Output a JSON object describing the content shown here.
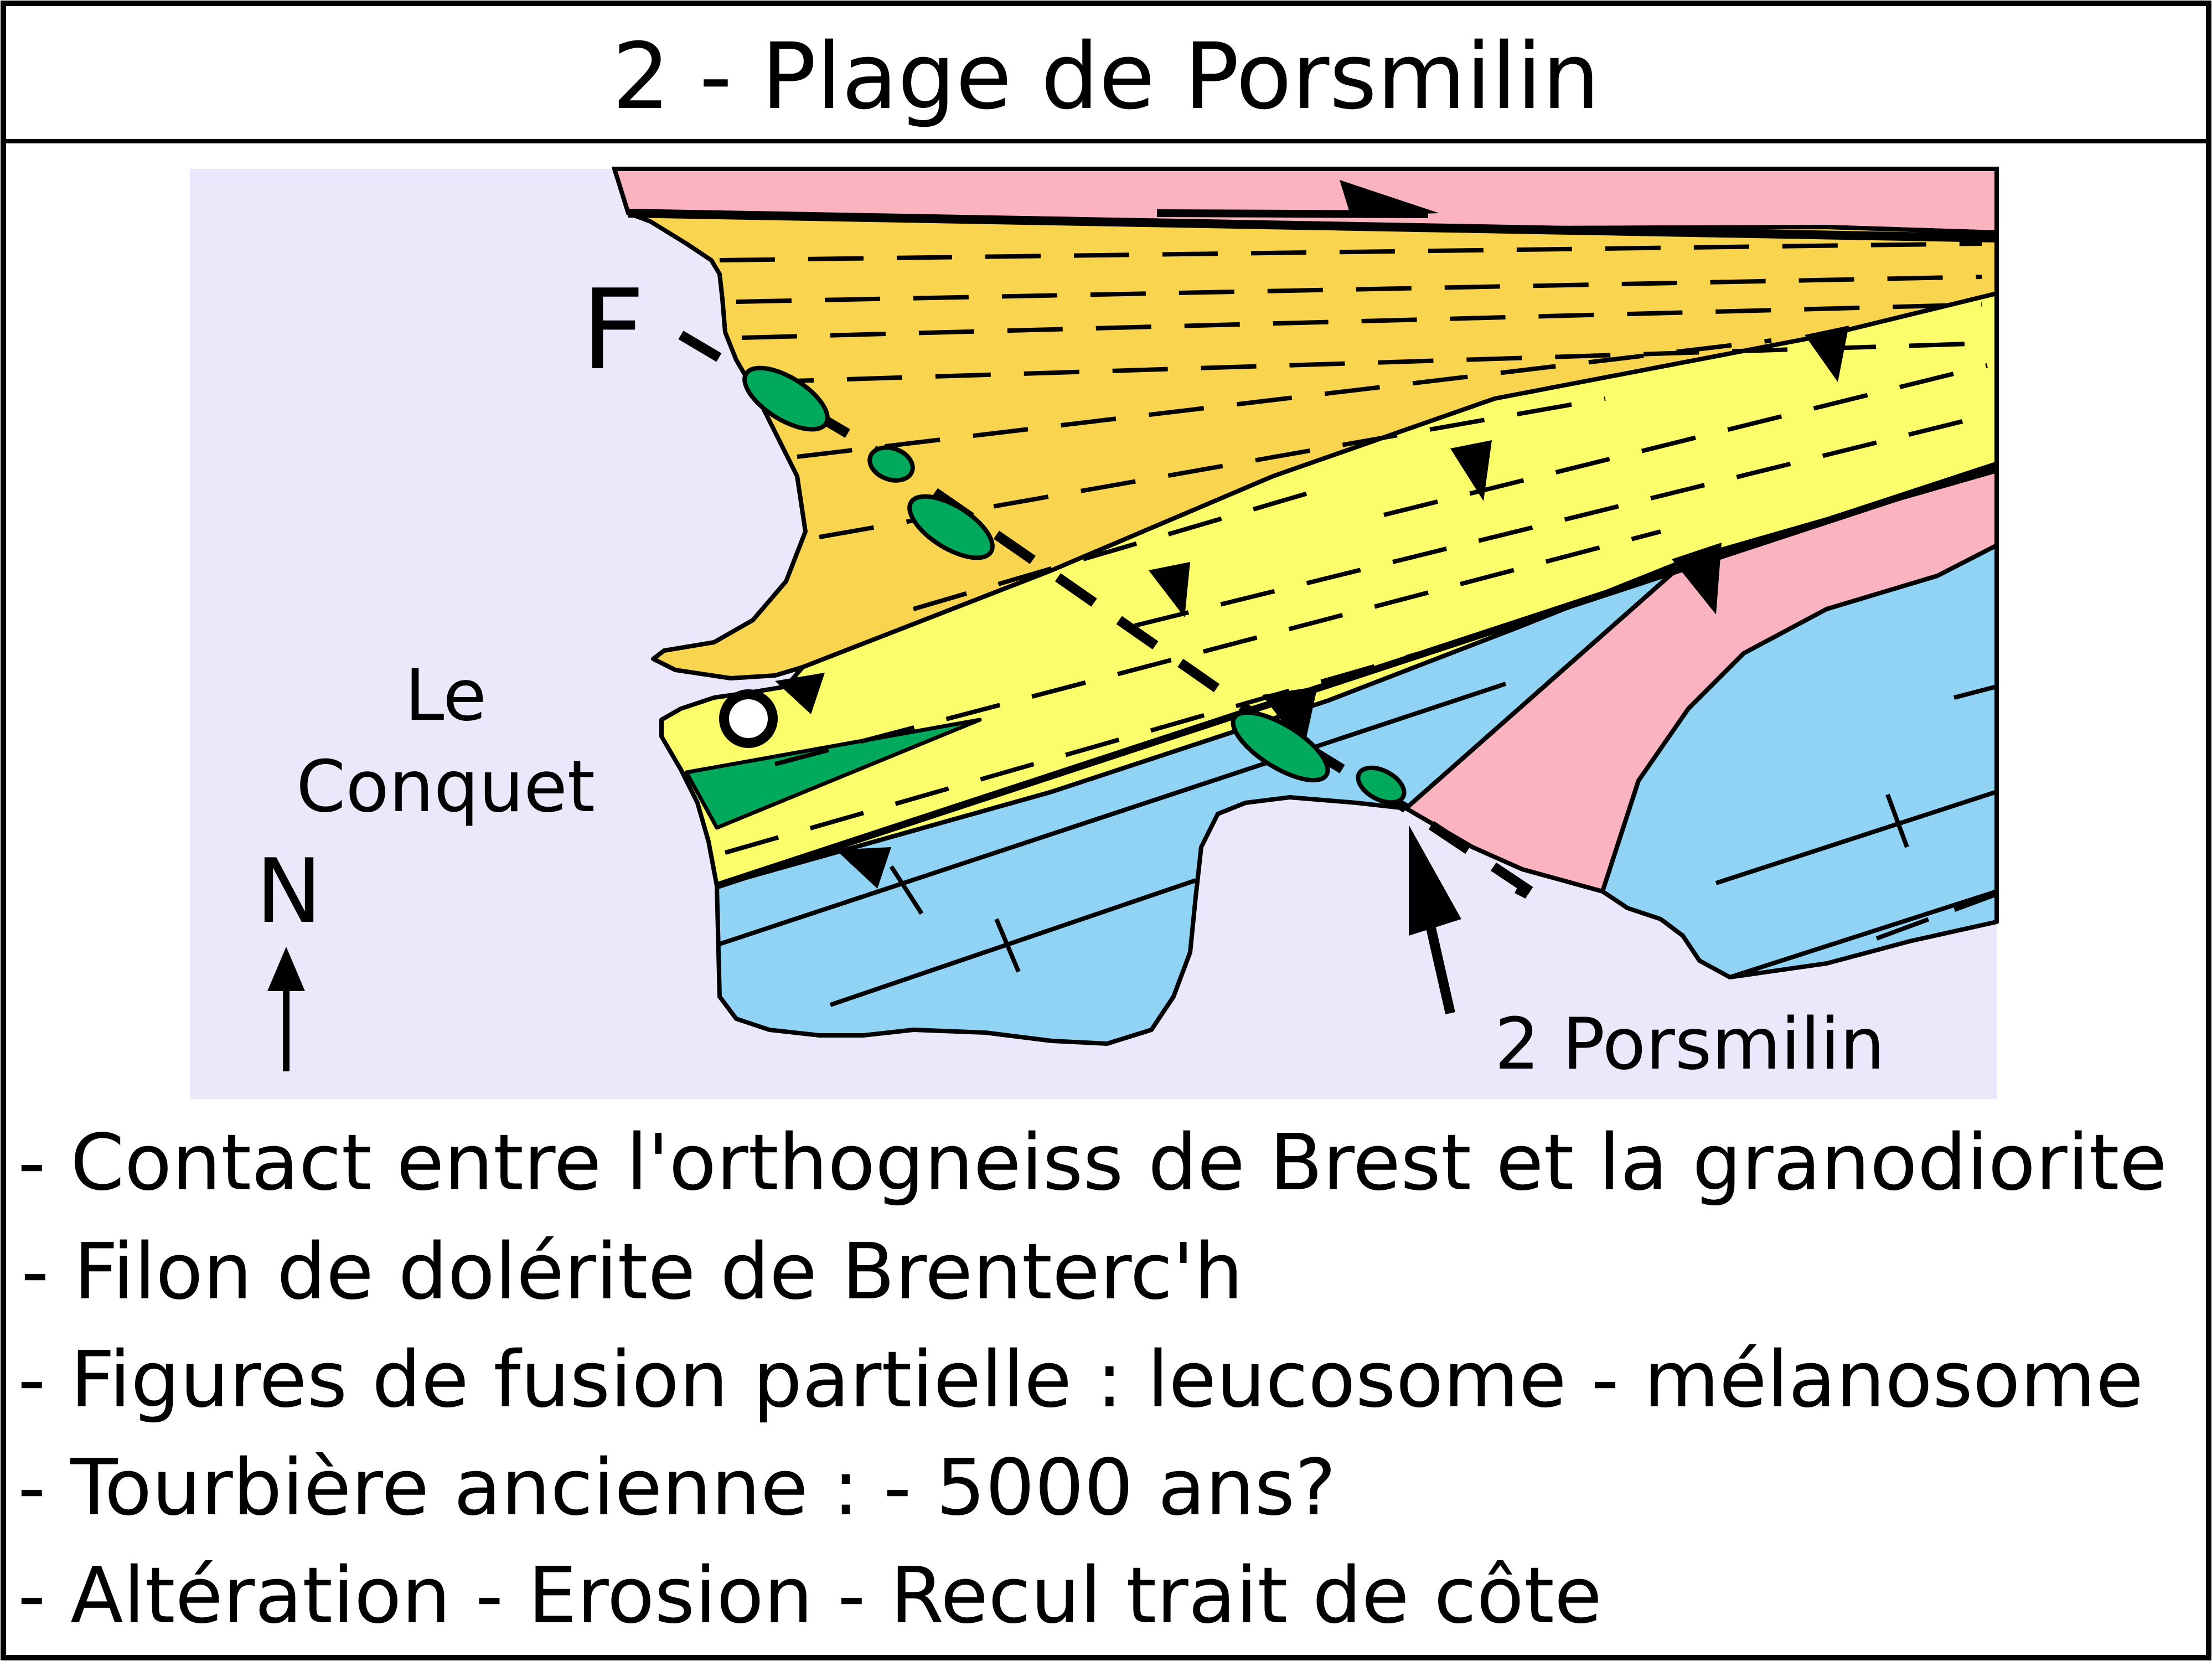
{
  "title": "2 - Plage de Porsmilin",
  "map": {
    "labels": {
      "fault": "F",
      "town": [
        "Le",
        "Conquet"
      ],
      "north": "N",
      "site": "2 Porsmilin"
    },
    "colors": {
      "sea": "#ECE8FC",
      "granodiorite_pink": "#FBB3C0",
      "dark_yellow": "#F9D54F",
      "light_yellow": "#FBFE6A",
      "light_blue": "#90D3F5",
      "dolerite_green": "#00A95C"
    }
  },
  "notes": [
    "- Contact entre l'orthogneiss de Brest et la granodiorite",
    "- Filon de dolérite de Brenterc'h",
    "- Figures de fusion partielle : leucosome - mélanosome",
    "- Tourbière ancienne : - 5000 ans?",
    "- Altération - Erosion - Recul trait de côte"
  ]
}
